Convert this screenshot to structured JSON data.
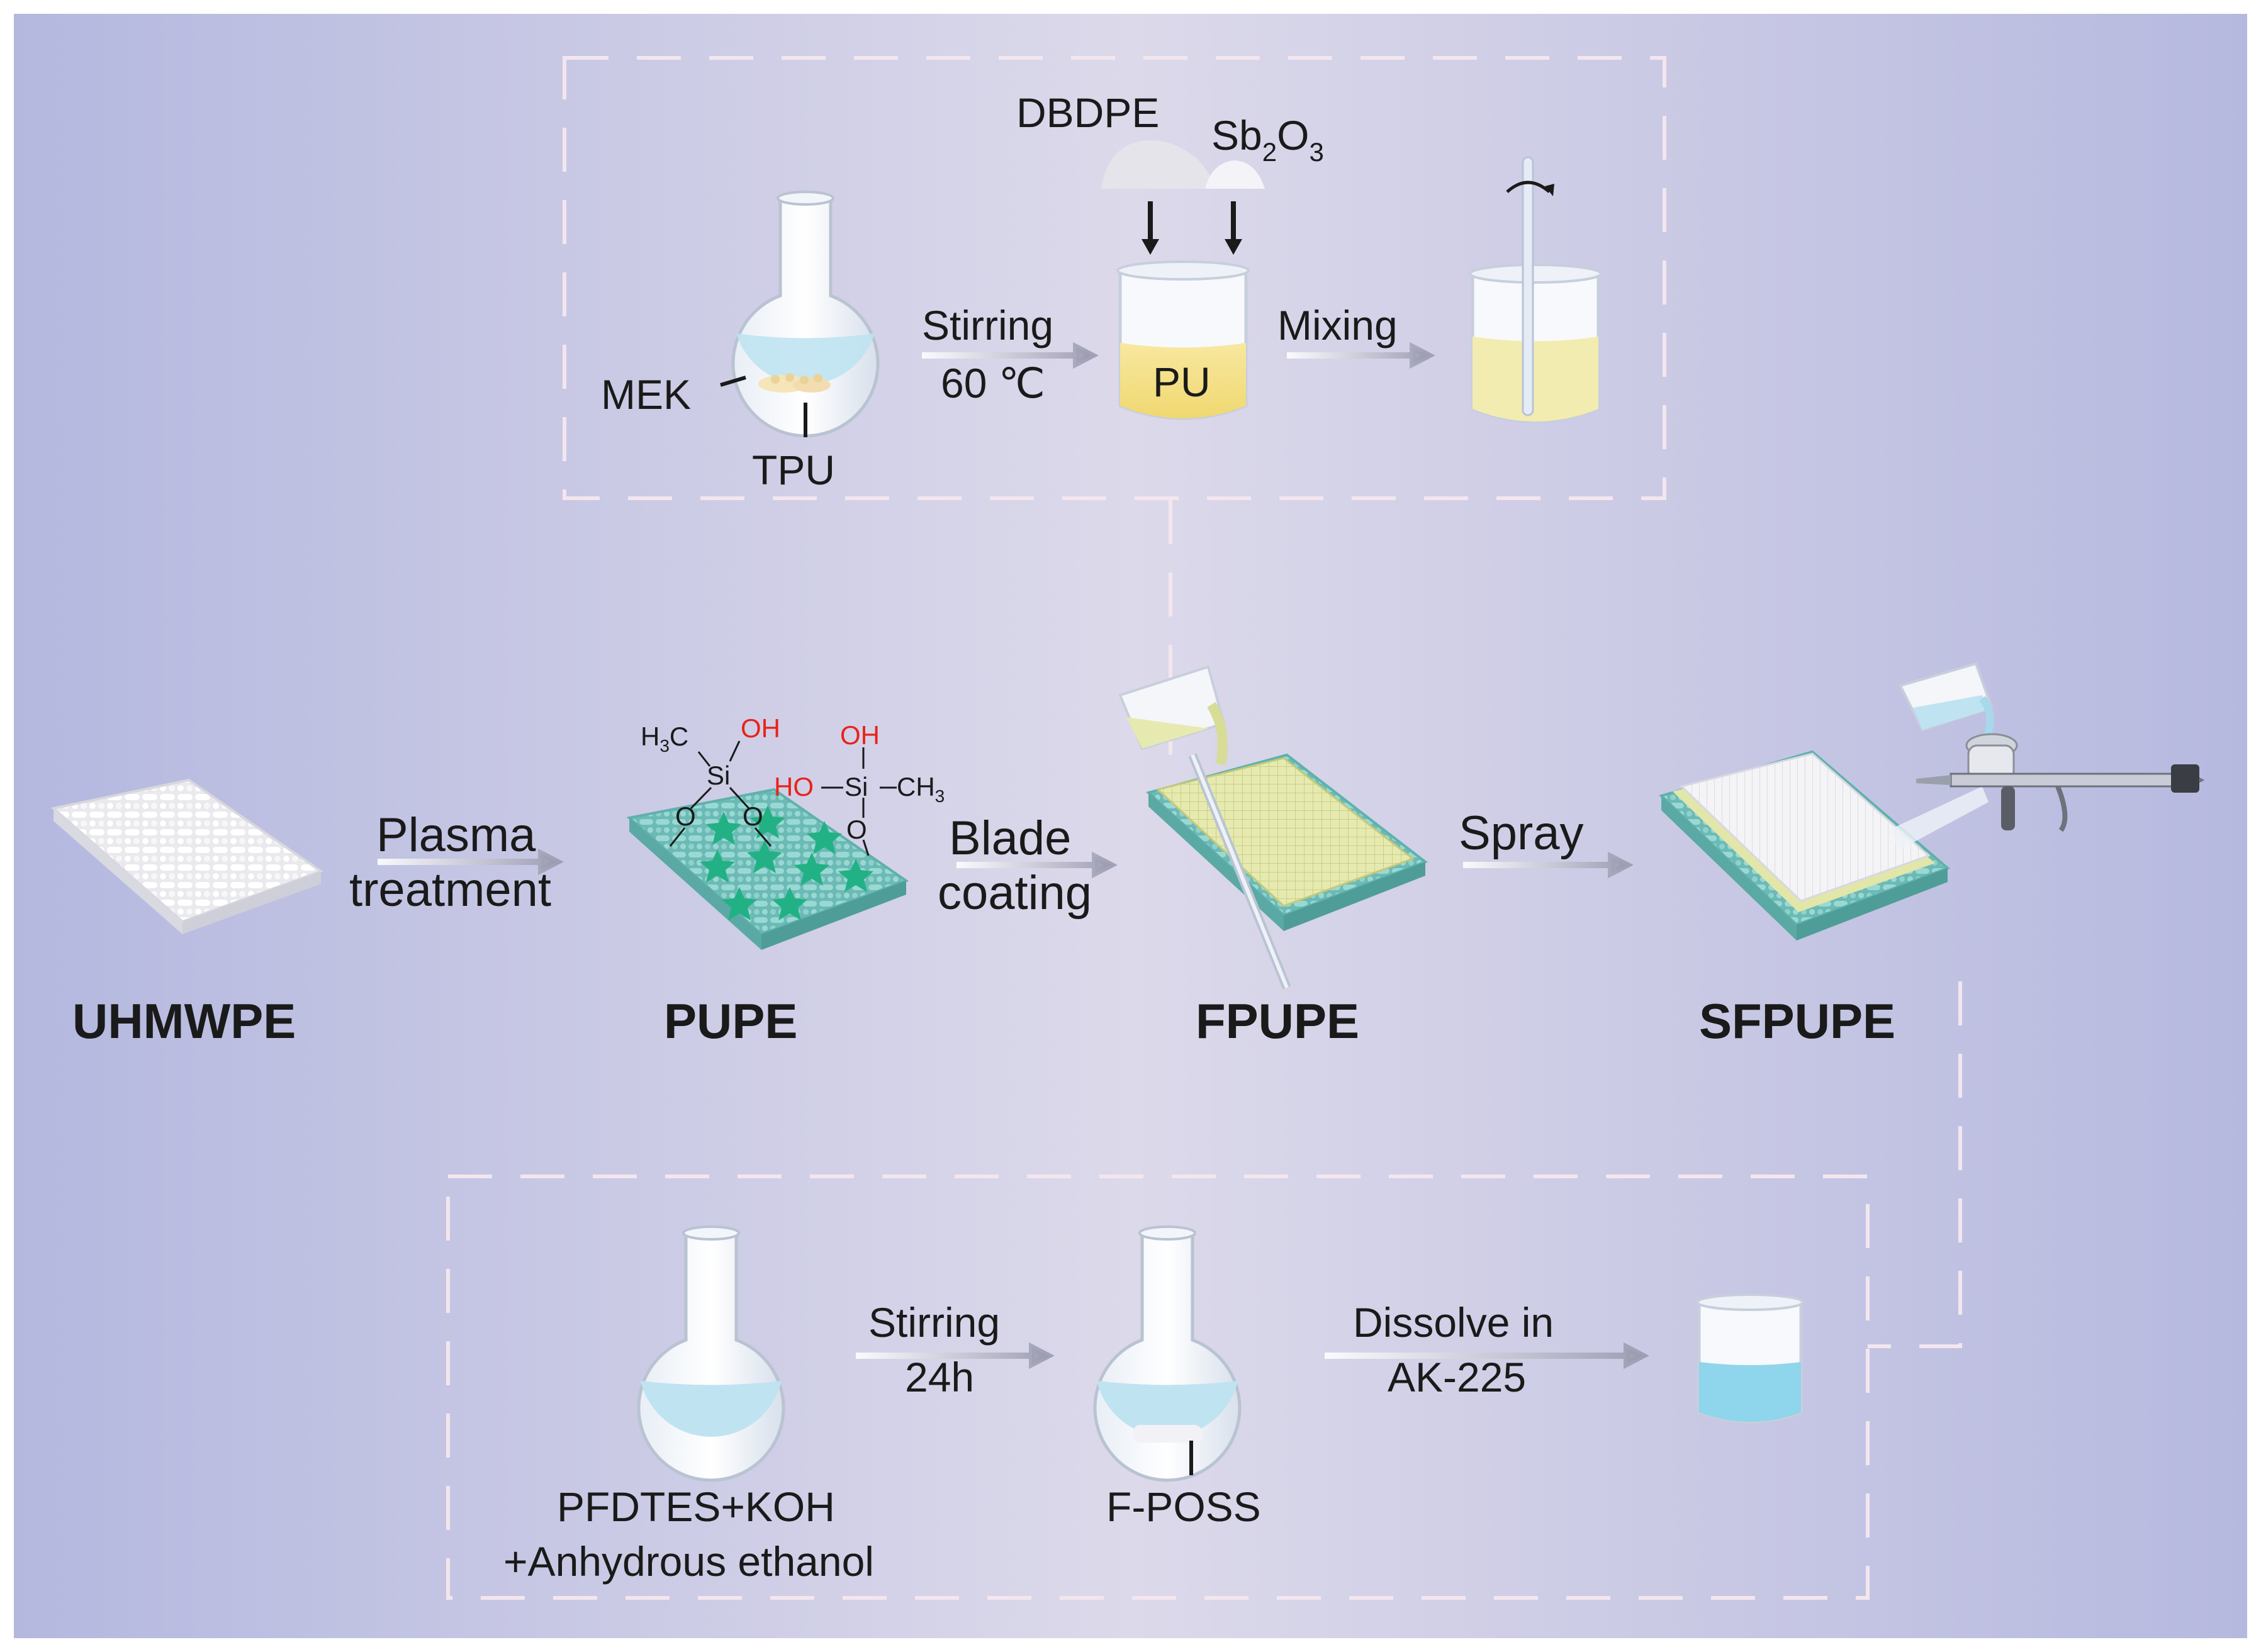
{
  "colors": {
    "background_edge": "#b8bbe0",
    "background_center": "#dcd9ea",
    "dashed_frame": "#f2e2ea",
    "teal_fabric": "#7fc9c4",
    "star_green": "#27b28a",
    "pu_yellow": "#f5e08a",
    "liquid_blue": "#a8d8ec",
    "hydroxyl_red": "#e8231a"
  },
  "top_panel": {
    "flask_labels": {
      "solvent": "MEK",
      "polymer": "TPU"
    },
    "step1": {
      "line1": "Stirring",
      "line2": "60 ℃"
    },
    "additives": {
      "a": "DBDPE",
      "b_base": "Sb",
      "b_sub1": "2",
      "b_mid": "O",
      "b_sub2": "3"
    },
    "beaker_label": "PU",
    "step2": {
      "line1": "Mixing"
    }
  },
  "middle_panel": {
    "stage1": {
      "name": "UHMWPE"
    },
    "arrow1": {
      "line1": "Plasma",
      "line2": "treatment"
    },
    "stage2": {
      "name": "PUPE"
    },
    "arrow2": {
      "line1": "Blade",
      "line2": "coating"
    },
    "stage3": {
      "name": "FPUPE"
    },
    "arrow3": {
      "line1": "Spray"
    },
    "stage4": {
      "name": "SFPUPE"
    },
    "chemistry": {
      "left_h": "H",
      "left_sub3": "3",
      "left_c": "C",
      "oh1": "OH",
      "si1": "Si",
      "o1": "O",
      "o2": "O",
      "oh2": "OH",
      "ho": "HO",
      "si2": "Si",
      "ch": "CH",
      "ch_sub3": "3",
      "o3": "O"
    }
  },
  "bottom_panel": {
    "reagents_line1": "PFDTES+KOH",
    "reagents_line2": "+Anhydrous ethanol",
    "step1": {
      "line1": "Stirring",
      "line2": "24h"
    },
    "product": "F-POSS",
    "step2": {
      "line1": "Dissolve in",
      "line2": "AK-225"
    }
  }
}
